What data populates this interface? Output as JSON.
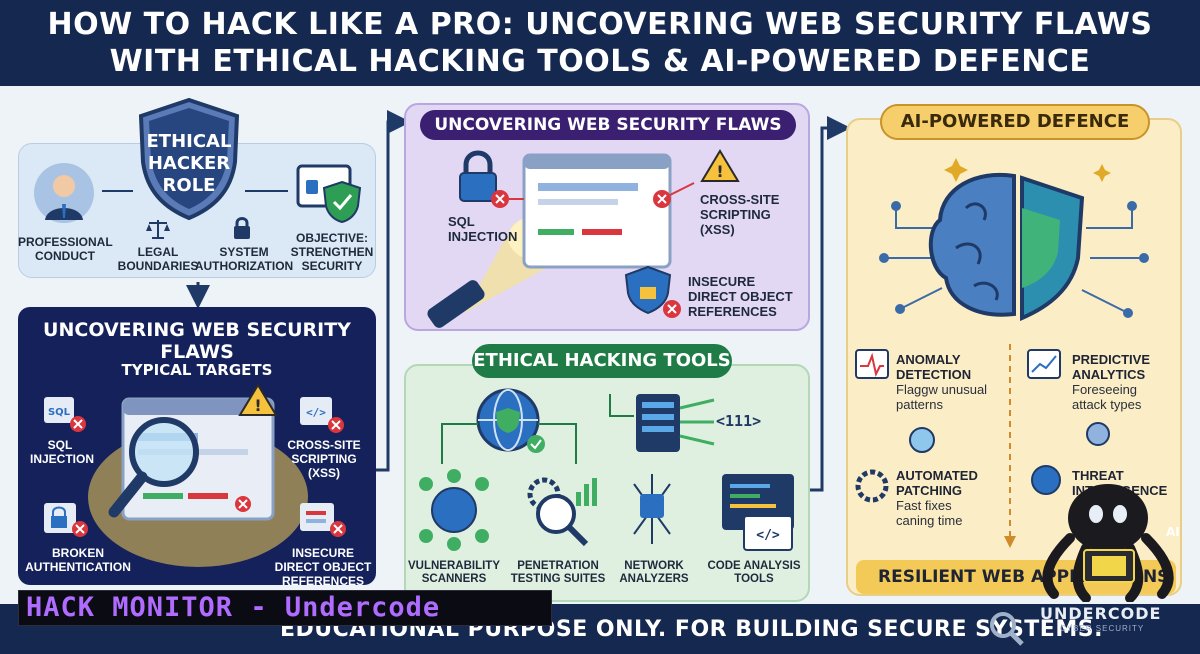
{
  "header": {
    "title_line1": "HOW TO HACK LIKE A PRO: UNCOVERING WEB SECURITY FLAWS",
    "title_line2": "WITH ETHICAL HACKING TOOLS & AI-POWERED DEFENCE"
  },
  "ethics": {
    "shield_text": [
      "ETHICAL",
      "HACKER",
      "ROLE"
    ],
    "items": [
      {
        "line1": "PROFESSIONAL",
        "line2": "CONDUCT",
        "icon": "person-icon"
      },
      {
        "line1": "LEGAL",
        "line2": "BOUNDARIES",
        "icon": "scales-icon"
      },
      {
        "line1": "SYSTEM",
        "line2": "AUTHORIZATION",
        "icon": "padlock-icon"
      },
      {
        "line1": "OBJECTIVE:",
        "line2": "STRENGTHEN",
        "line3": "SECURITY",
        "icon": "monitor-shield-icon"
      }
    ]
  },
  "left_flaws": {
    "title": "UNCOVERING WEB SECURITY FLAWS",
    "subtitle": "TYPICAL TARGETS",
    "items": [
      {
        "line1": "SQL",
        "line2": "INJECTION"
      },
      {
        "line1": "CROSS-SITE",
        "line2": "SCRIPTING",
        "line3": "(XSS)"
      },
      {
        "line1": "BROKEN",
        "line2": "AUTHENTICATION"
      },
      {
        "line1": "INSECURE",
        "line2": "DIRECT OBJECT",
        "line3": "REFERENCES"
      }
    ]
  },
  "mid_flaws": {
    "title": "UNCOVERING WEB SECURITY FLAWS",
    "items": [
      {
        "line1": "SQL",
        "line2": "INJECTION"
      },
      {
        "line1": "CROSS-SITE",
        "line2": "SCRIPTING",
        "line3": "(XSS)"
      },
      {
        "line1": "INSECURE",
        "line2": "DIRECT OBJECT",
        "line3": "REFERENCES"
      }
    ]
  },
  "tools": {
    "title": "ETHICAL HACKING TOOLS",
    "code_glyph": "<111>",
    "items": [
      {
        "line1": "VULNERABILITY",
        "line2": "SCANNERS"
      },
      {
        "line1": "PENETRATION",
        "line2": "TESTING SUITES"
      },
      {
        "line1": "NETWORK",
        "line2": "ANALYZERS"
      },
      {
        "line1": "CODE ANALYSIS",
        "line2": "TOOLS"
      }
    ]
  },
  "ai": {
    "title": "AI-POWERED DEFENCE",
    "items": [
      {
        "head1": "ANOMALY",
        "head2": "DETECTION",
        "sub1": "Flaggw unusual",
        "sub2": "patterns"
      },
      {
        "head1": "PREDICTIVE",
        "head2": "ANALYTICS",
        "sub1": "Foreseeing",
        "sub2": "attack types"
      },
      {
        "head1": "AUTOMATED",
        "head2": "PATCHING",
        "sub1": "Fast fixes",
        "sub2": "caning time"
      },
      {
        "head1": "THREAT",
        "head2": "INTELLIGENCE",
        "sub1": "",
        "sub2": ""
      }
    ],
    "resilient": "RESILIENT WEB APPLICATIONS"
  },
  "footer": {
    "text": "EDUCATIONAL PURPOSE ONLY. FOR BUILDING SECURE SYSTEMS.",
    "watermark": "HACK MONITOR - Undercode",
    "logo": "UNDERCODE",
    "logo_sub": "CYBER SECURITY"
  },
  "colors": {
    "navy": "#152850",
    "purple": "#3b1f70",
    "green": "#1f7c46",
    "gold": "#f6cf6c",
    "red": "#d9363e"
  }
}
